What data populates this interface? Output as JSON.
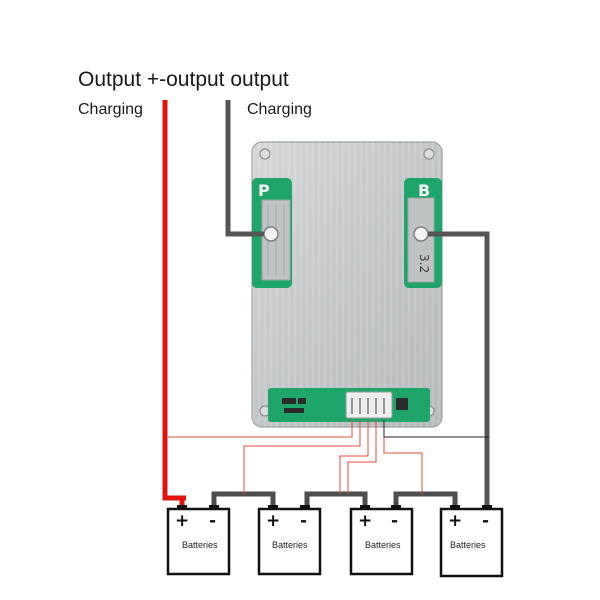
{
  "labels": {
    "title": "Output +-output output",
    "charging_left": "Charging",
    "charging_right": "Charging"
  },
  "board": {
    "left_pad_letter": "P",
    "right_pad_letter": "B",
    "right_pad_marking": "3.2"
  },
  "batteries": [
    {
      "label": "Batteries",
      "plus": "+",
      "minus": "-"
    },
    {
      "label": "Batteries",
      "plus": "+",
      "minus": "-"
    },
    {
      "label": "Batteries",
      "plus": "+",
      "minus": "-"
    },
    {
      "label": "Batteries",
      "plus": "+",
      "minus": "-"
    }
  ],
  "colors": {
    "red_wire": "#e0140e",
    "gray_wire": "#555555",
    "board_plate": "#c9cccd",
    "pcb": "#1fa56a",
    "thin_red": "#e9483b",
    "thin_black": "#222222"
  }
}
